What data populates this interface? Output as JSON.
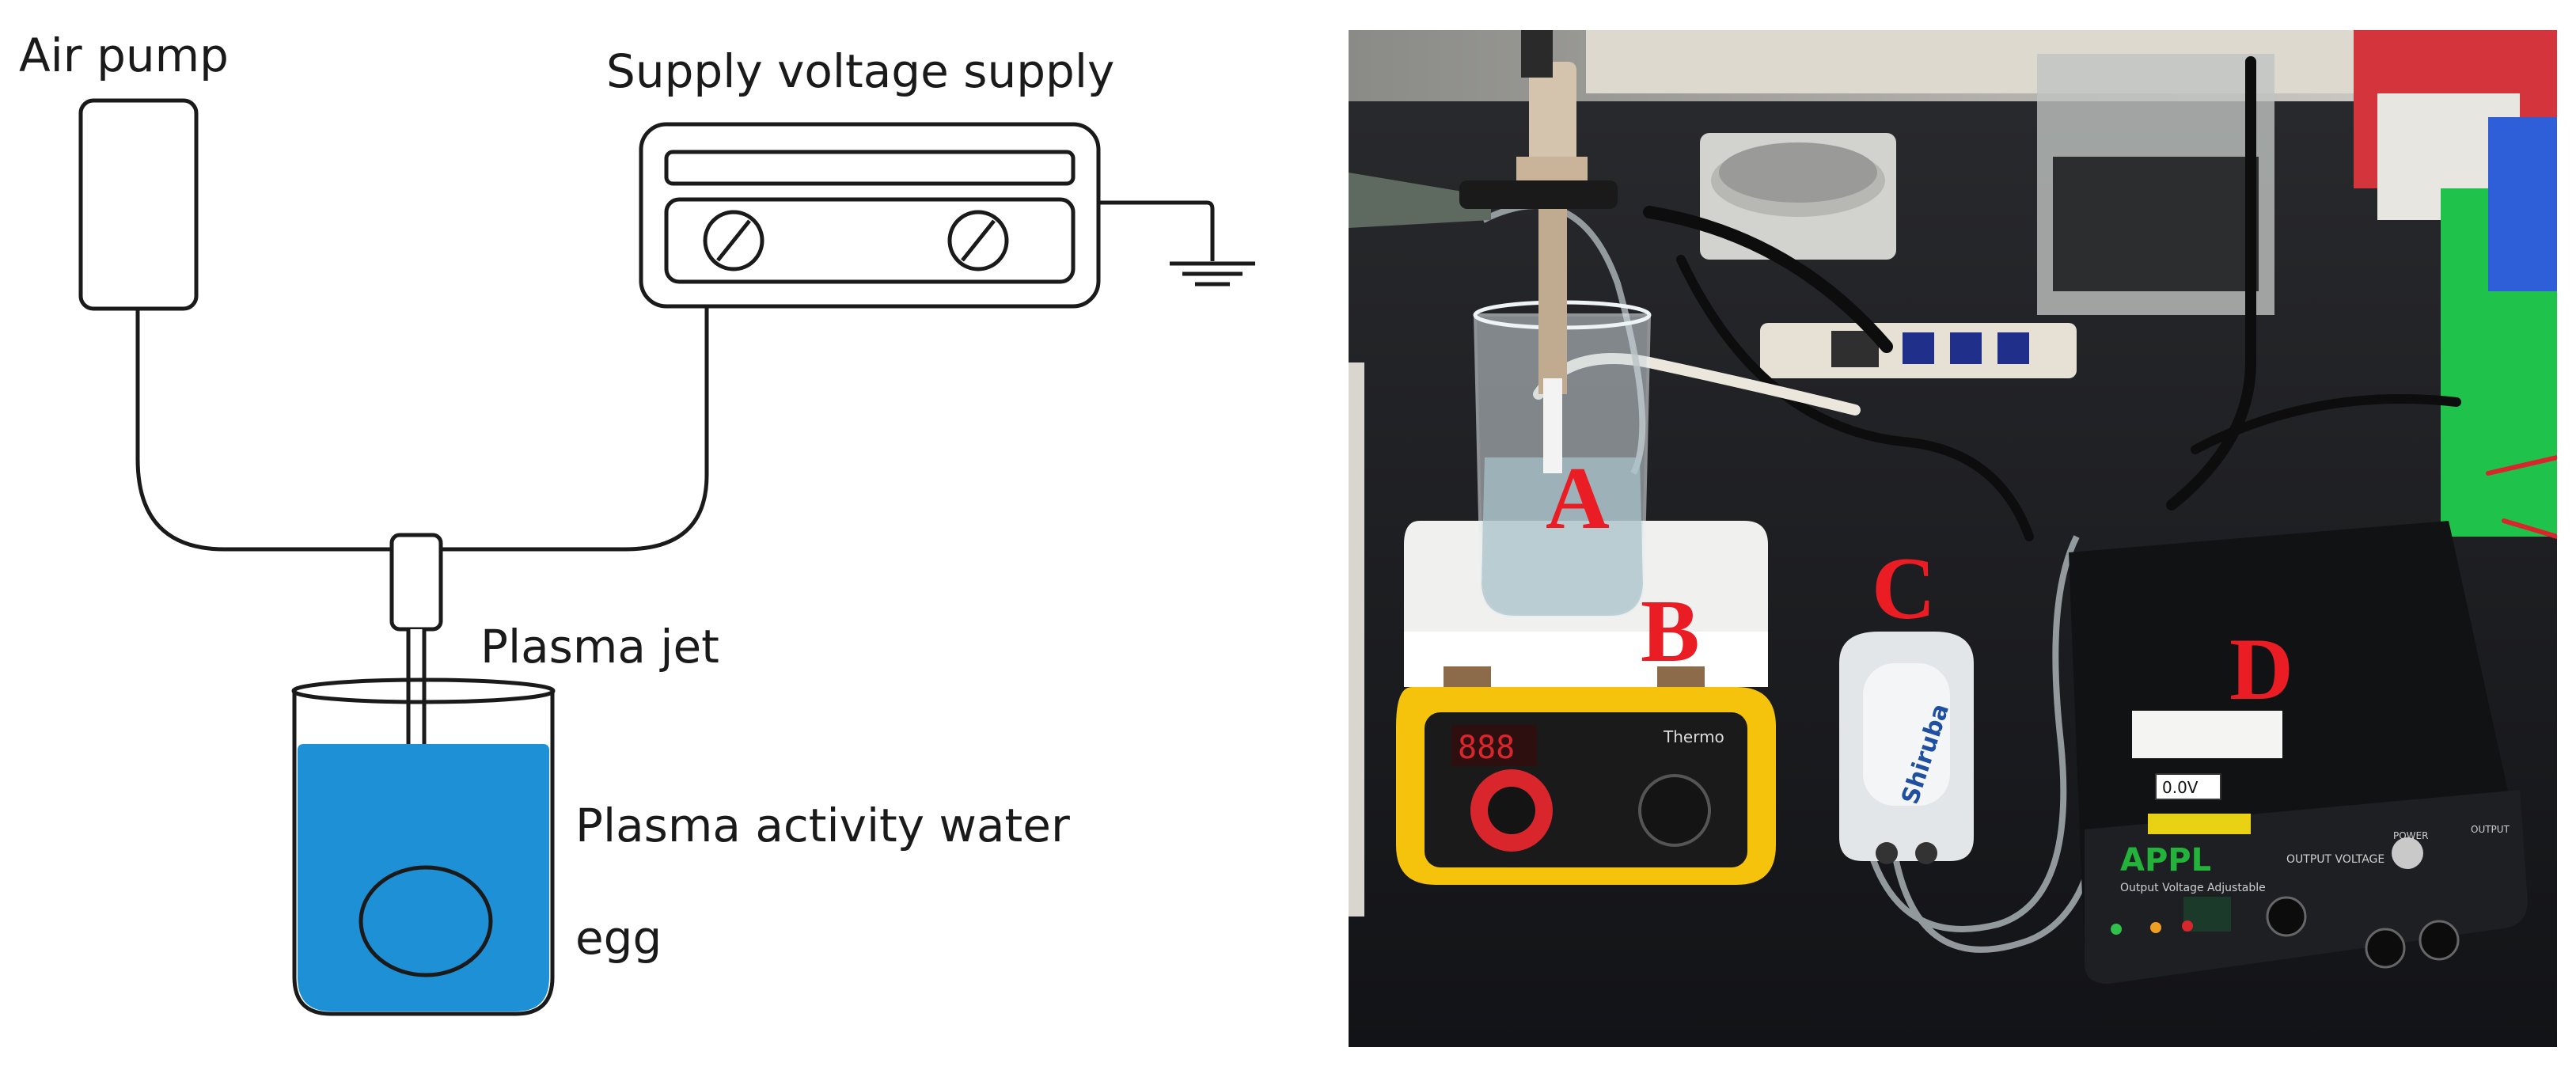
{
  "schematic": {
    "labels": {
      "air_pump": "Air pump",
      "power_supply": "Supply voltage supply",
      "plasma_jet": "Plasma jet",
      "plasma_water": "Plasma activity water",
      "egg": "egg"
    },
    "colors": {
      "line": "#1a1a1a",
      "water": "#1e90d6"
    }
  },
  "photo": {
    "letters": {
      "a": "A",
      "b": "B",
      "c": "C",
      "d": "D"
    },
    "device_text": {
      "d_brand": "APPL",
      "d_model": "Output Voltage Adjustable",
      "d_power": "POWER",
      "d_output": "OUTPUT",
      "d_voltage_label": "OUTPUT VOLTAGE",
      "d_readout": "0.0V",
      "c_brand": "Shiruba",
      "b_brand": "Thermo",
      "b_display": "888"
    },
    "colors": {
      "letter": "#ea1c24"
    }
  }
}
